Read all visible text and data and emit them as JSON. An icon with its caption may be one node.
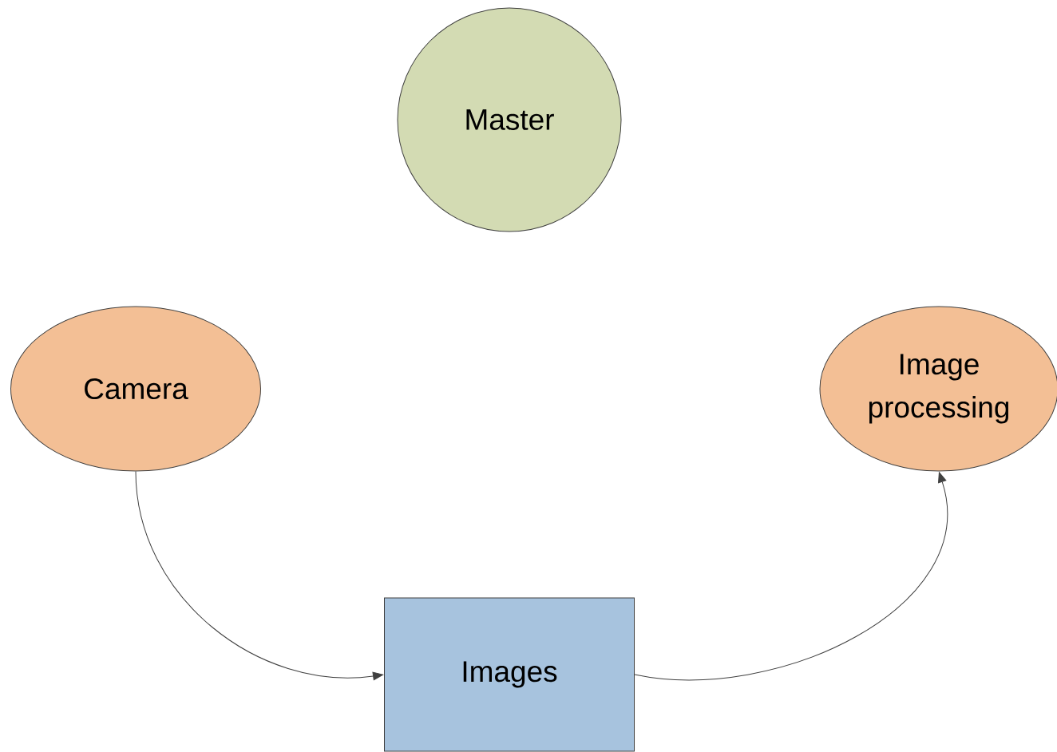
{
  "diagram": {
    "nodes": [
      {
        "text": [
          "Master"
        ]
      },
      {
        "text": [
          "Camera"
        ]
      },
      {
        "text": [
          "Image processing"
        ]
      },
      {
        "text": [
          "Images"
        ]
      }
    ],
    "edges": [
      {
        "from": 1,
        "to": 3,
        "arrow": "to"
      },
      {
        "from": 3,
        "to": 2,
        "arrow": "to"
      }
    ]
  }
}
